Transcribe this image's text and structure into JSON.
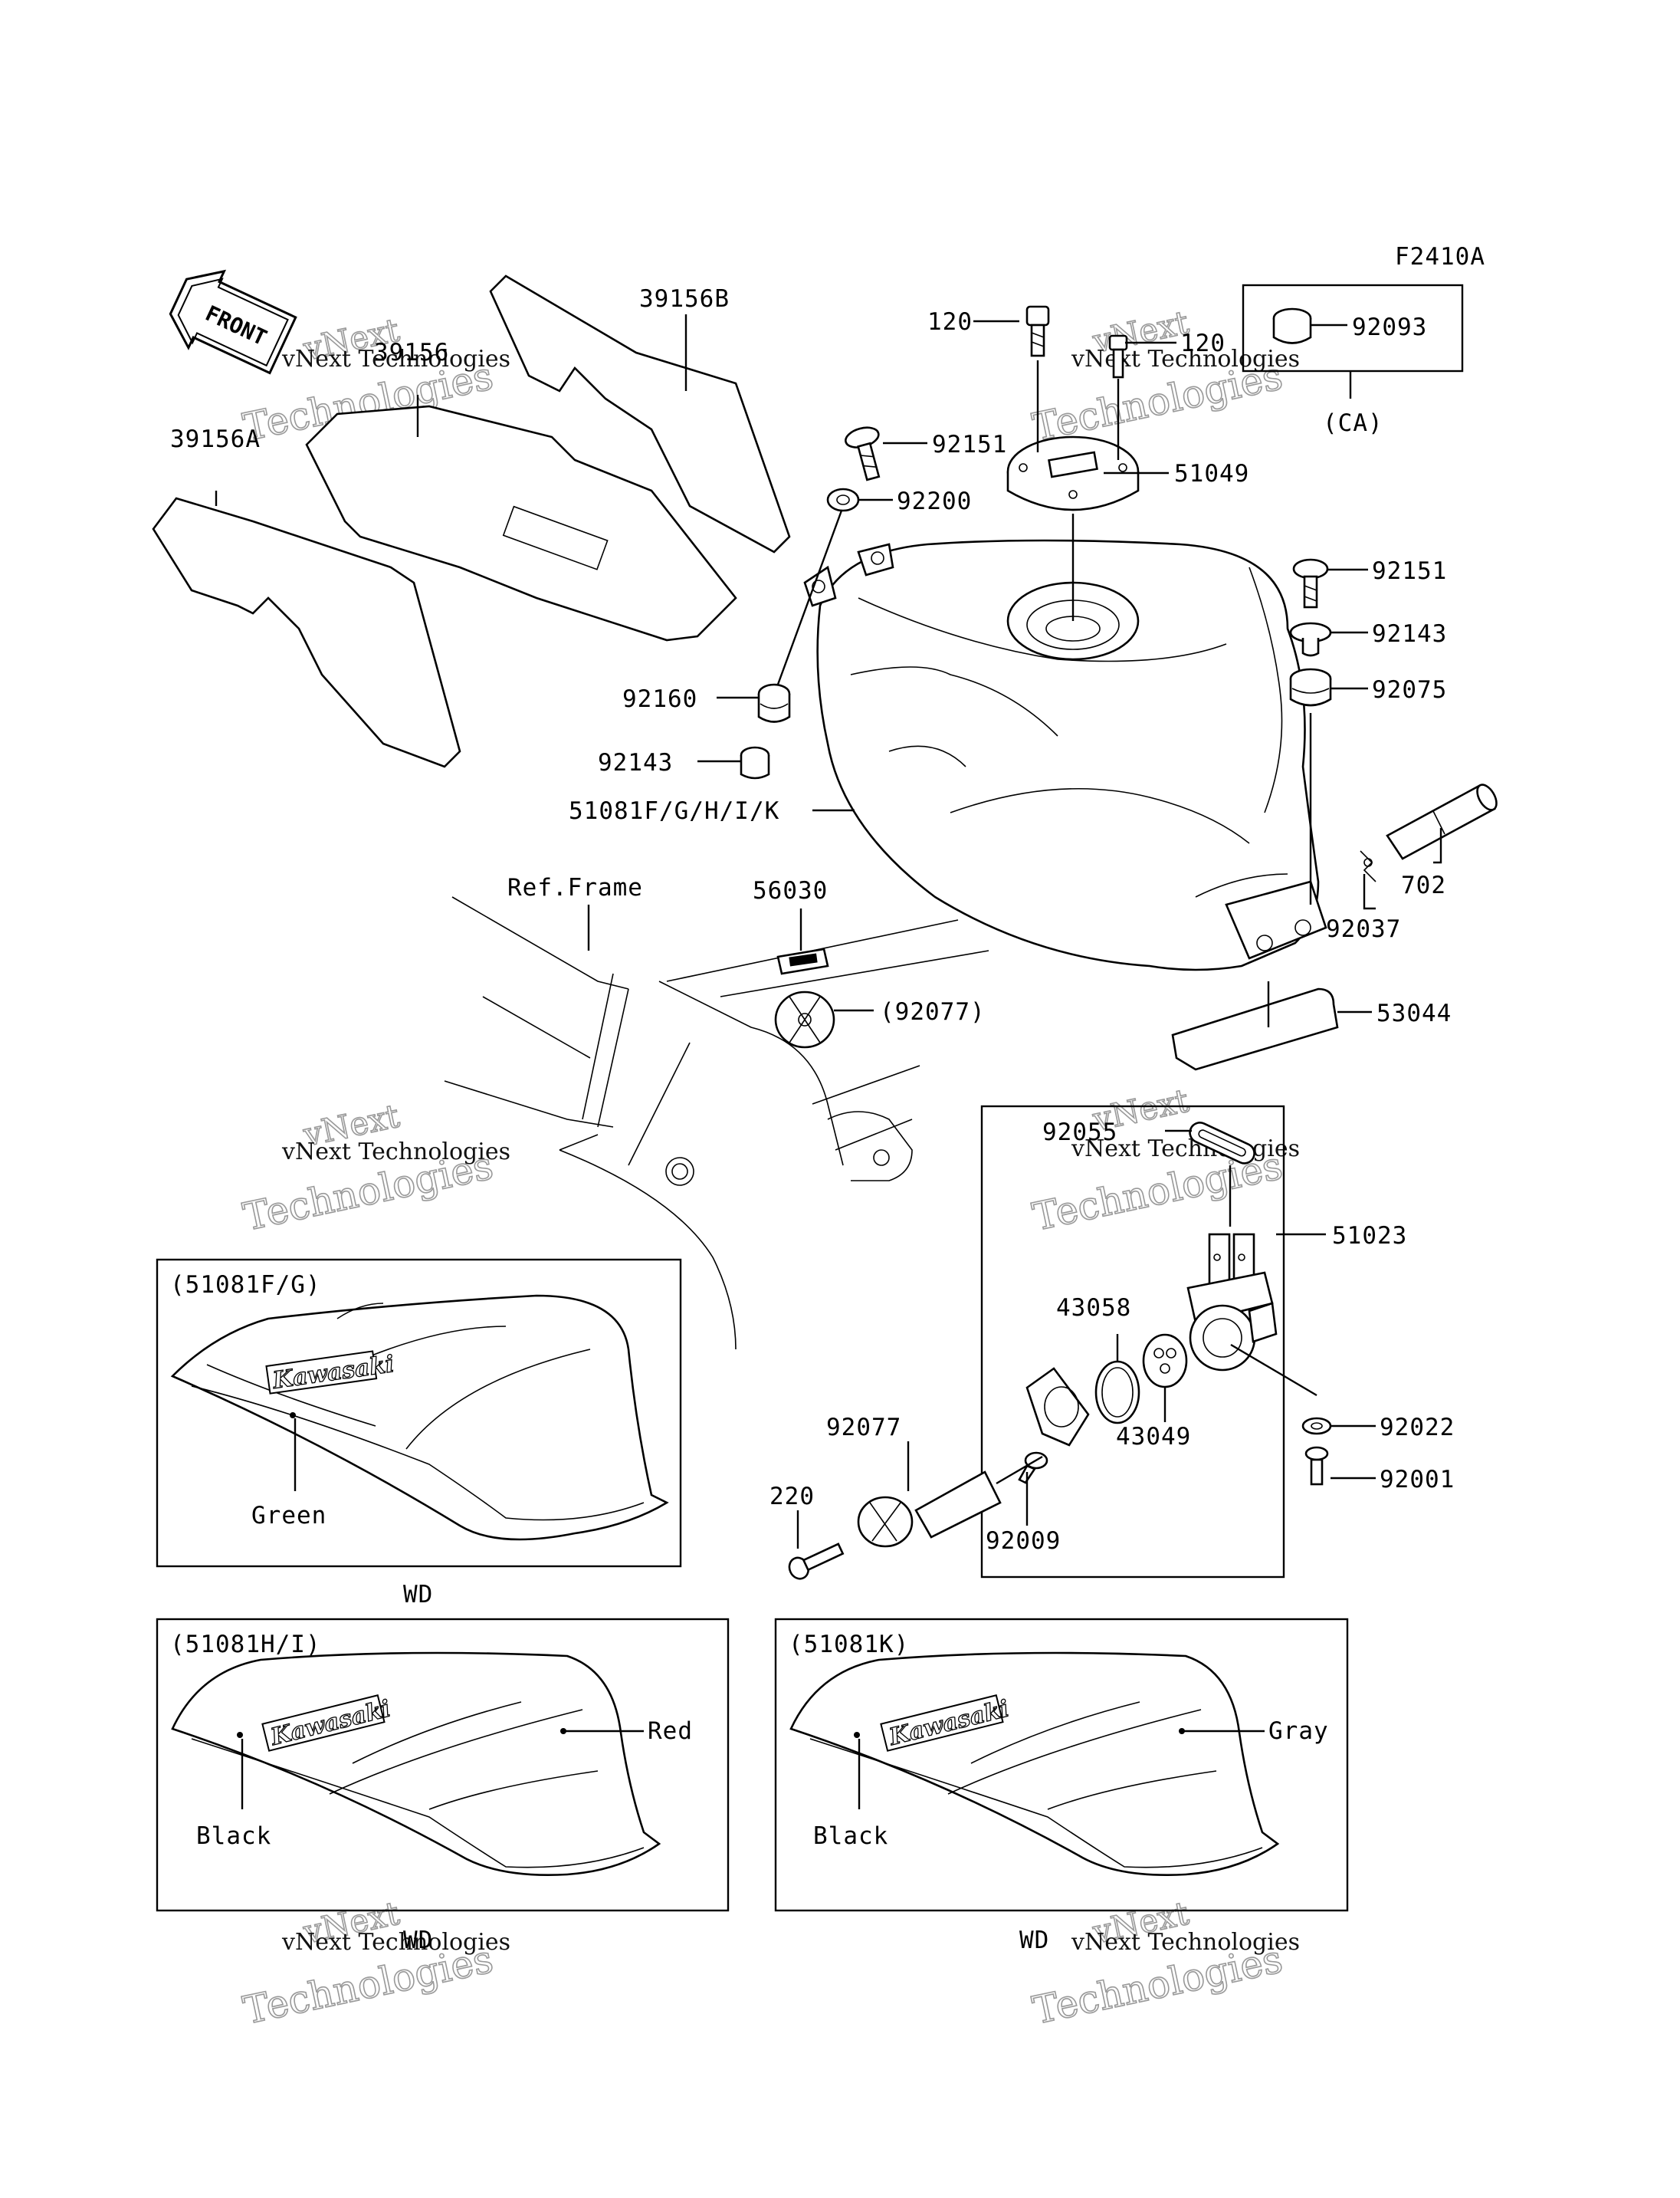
{
  "diagram": {
    "code": "F2410A",
    "front_label": "FRONT",
    "ref_frame_label": "Ref.Frame",
    "ca_note": "(CA)",
    "watermark": {
      "line1": "vNext",
      "line2": "vNext Technologies",
      "line3": "Technologies"
    },
    "brand_text": "Kawasaki",
    "part_numbers": {
      "p39156B": "39156B",
      "p39156": "39156",
      "p39156A": "39156A",
      "p120a": "120",
      "p120b": "120",
      "p92093": "92093",
      "p92151a": "92151",
      "p92200": "92200",
      "p51049": "51049",
      "p92151b": "92151",
      "p92143a": "92143",
      "p92075": "92075",
      "p92160": "92160",
      "p92143b": "92143",
      "p51081": "51081F/G/H/I/K",
      "p702": "702",
      "p92037": "92037",
      "p56030": "56030",
      "p92077a": "(92077)",
      "p53044": "53044",
      "p92055": "92055",
      "p51023": "51023",
      "p43058": "43058",
      "p43049": "43049",
      "p92077b": "92077",
      "p220": "220",
      "p92022": "92022",
      "p92001": "92001",
      "p92009": "92009"
    },
    "variants": [
      {
        "title": "(51081F/G)",
        "colors": [
          "Green"
        ],
        "note": "WD"
      },
      {
        "title": "(51081H/I)",
        "colors": [
          "Black",
          "Red"
        ],
        "note": "WD"
      },
      {
        "title": "(51081K)",
        "colors": [
          "Black",
          "Gray"
        ],
        "note": "WD"
      }
    ]
  }
}
